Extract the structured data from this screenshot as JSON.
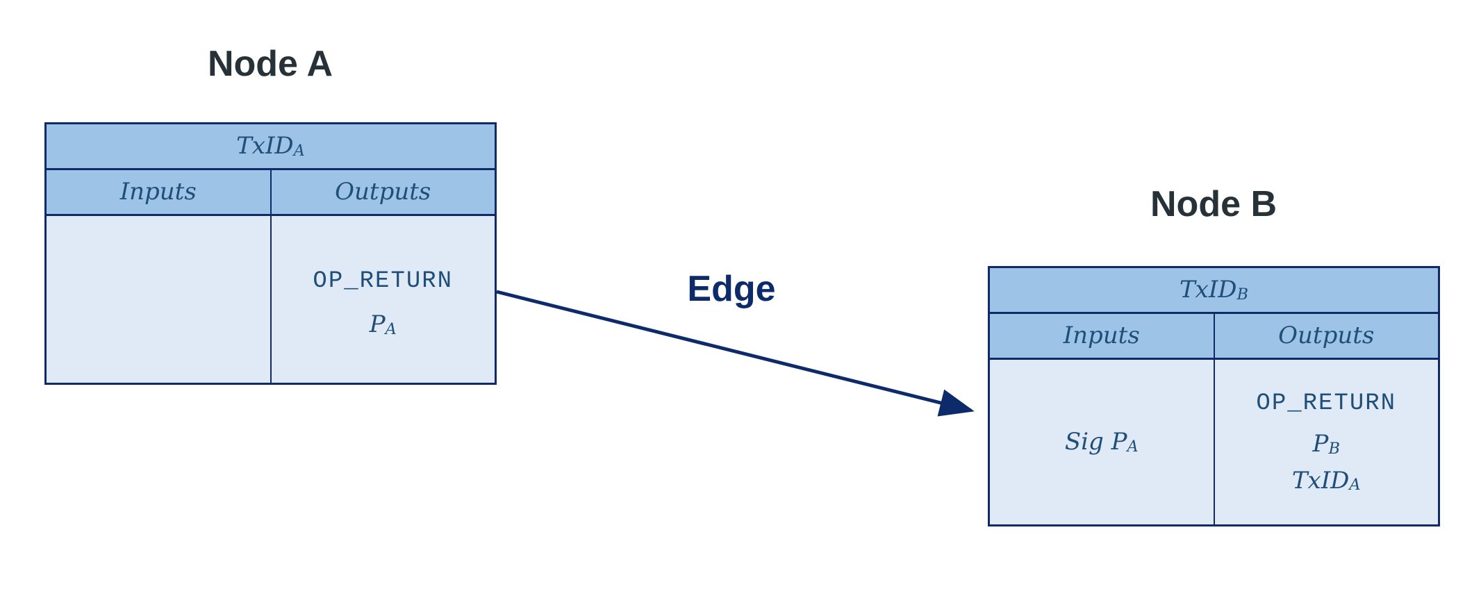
{
  "colors": {
    "border": "#0f2a66",
    "header_fill": "#9dc3e6",
    "body_fill": "#dfeaf6",
    "text": "#1f4e79",
    "title": "#263238",
    "edge": "#0d2b6b"
  },
  "node_a": {
    "title": "Node A",
    "tx": {
      "header": {
        "base": "TxID",
        "sub": "A"
      },
      "inputs_label": "Inputs",
      "outputs_label": "Outputs",
      "outputs": {
        "op_return": "OP_RETURN",
        "p": {
          "base": "P",
          "sub": "A"
        }
      }
    }
  },
  "edge": {
    "label": "Edge"
  },
  "node_b": {
    "title": "Node B",
    "tx": {
      "header": {
        "base": "TxID",
        "sub": "B"
      },
      "inputs_label": "Inputs",
      "outputs_label": "Outputs",
      "inputs": {
        "sig": {
          "prefix": "Sig P",
          "sub": "A"
        }
      },
      "outputs": {
        "op_return": "OP_RETURN",
        "p": {
          "base": "P",
          "sub": "B"
        },
        "txid": {
          "base": "TxID",
          "sub": "A"
        }
      }
    }
  }
}
